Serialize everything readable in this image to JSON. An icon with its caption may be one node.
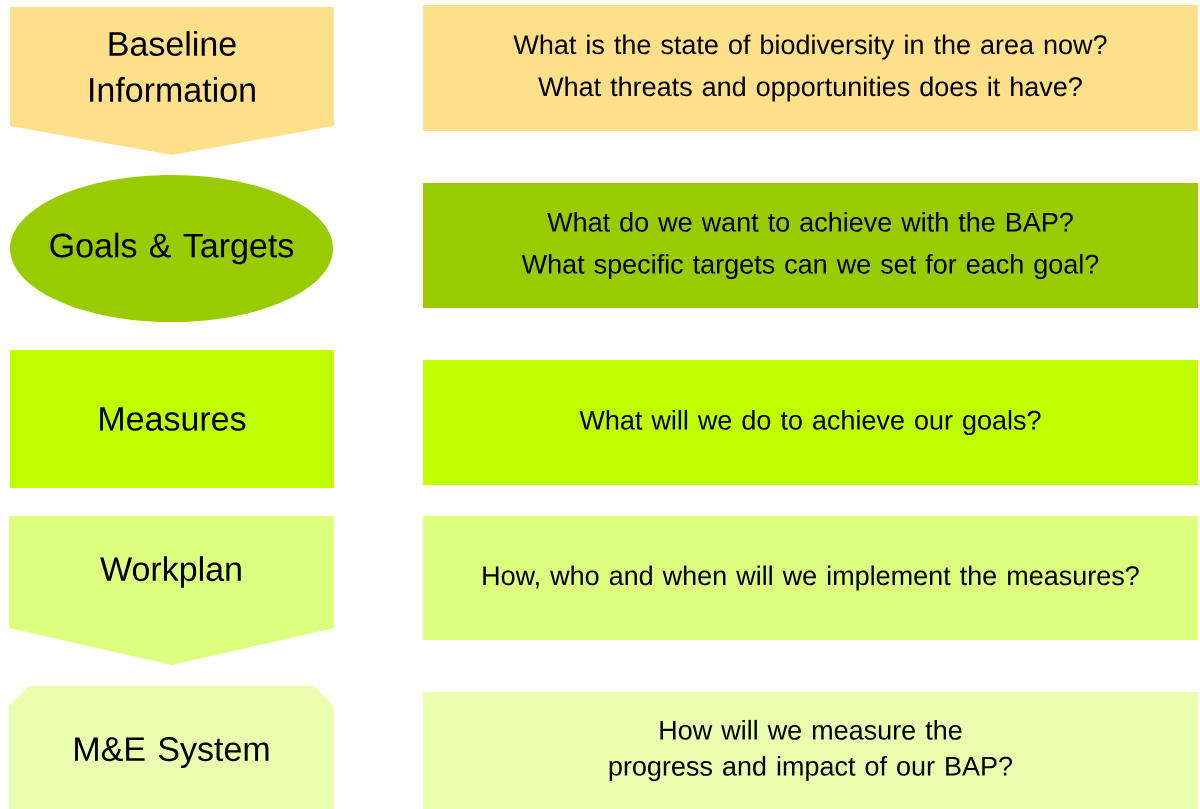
{
  "diagram": {
    "nodes": [
      {
        "text": [
          "Baseline Information"
        ]
      },
      {
        "text": [
          "Goals & Targets"
        ]
      },
      {
        "text": [
          "Measures"
        ]
      },
      {
        "text": [
          "Workplan"
        ]
      },
      {
        "text": [
          "M&E System"
        ]
      },
      {
        "text": [
          "What is the state of biodiversity in the area now?",
          "What threats and opportunities does it have?"
        ]
      },
      {
        "text": [
          "What do we want to achieve with the BAP?",
          "What specific targets can we set for each goal?"
        ]
      },
      {
        "text": [
          "What will we do to achieve our goals?"
        ]
      },
      {
        "text": [
          "How, who and when will we  implement the measures?"
        ]
      },
      {
        "text": [
          "How will we measure the progress and impact of our BAP?"
        ]
      }
    ]
  }
}
